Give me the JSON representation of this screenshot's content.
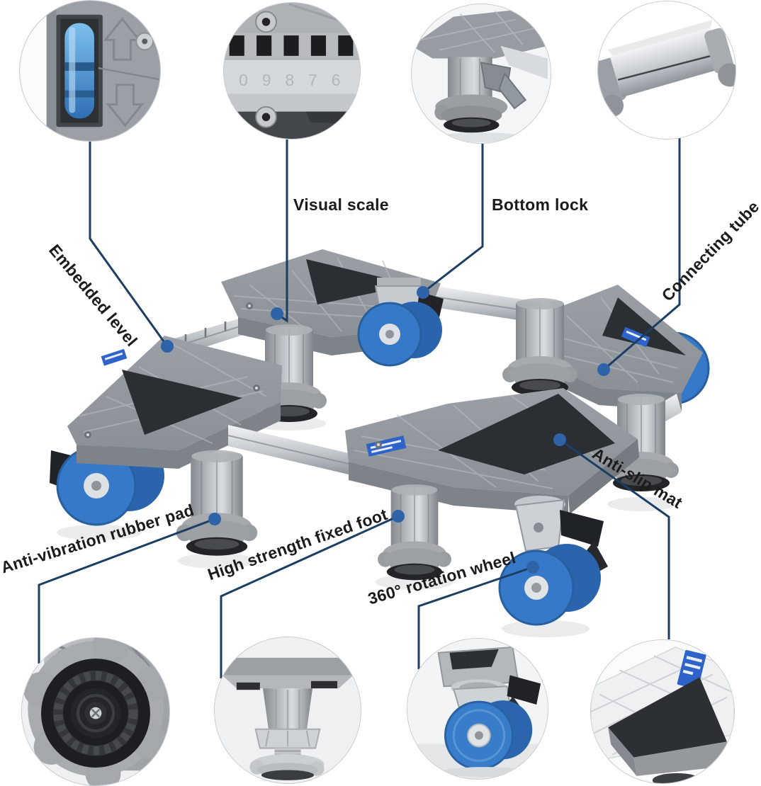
{
  "labels": {
    "embedded_level": "Embedded level",
    "visual_scale": "Visual scale",
    "bottom_lock": "Bottom lock",
    "connecting_tube": "Connecting tube",
    "anti_slip_mat": "Anti-slip mat",
    "anti_vibration_rubber_pad": "Anti-vibration rubber pad",
    "high_strength_fixed_foot": "High strength fixed foot",
    "rotation_wheel_360": "360° rotation wheel"
  },
  "inset_detail": {
    "scale_numbers": "0 9 8 7 6"
  },
  "colors": {
    "background": "#ffffff",
    "leader_line": "#1c3e63",
    "callout_dot": "#2e63a8",
    "label_text": "#1b1b1b",
    "wheel_blue": "#3579c8",
    "base_gray": "#9aa0a6",
    "mat_black": "#2b2e32",
    "tube_silver": "#d6d9dc"
  }
}
